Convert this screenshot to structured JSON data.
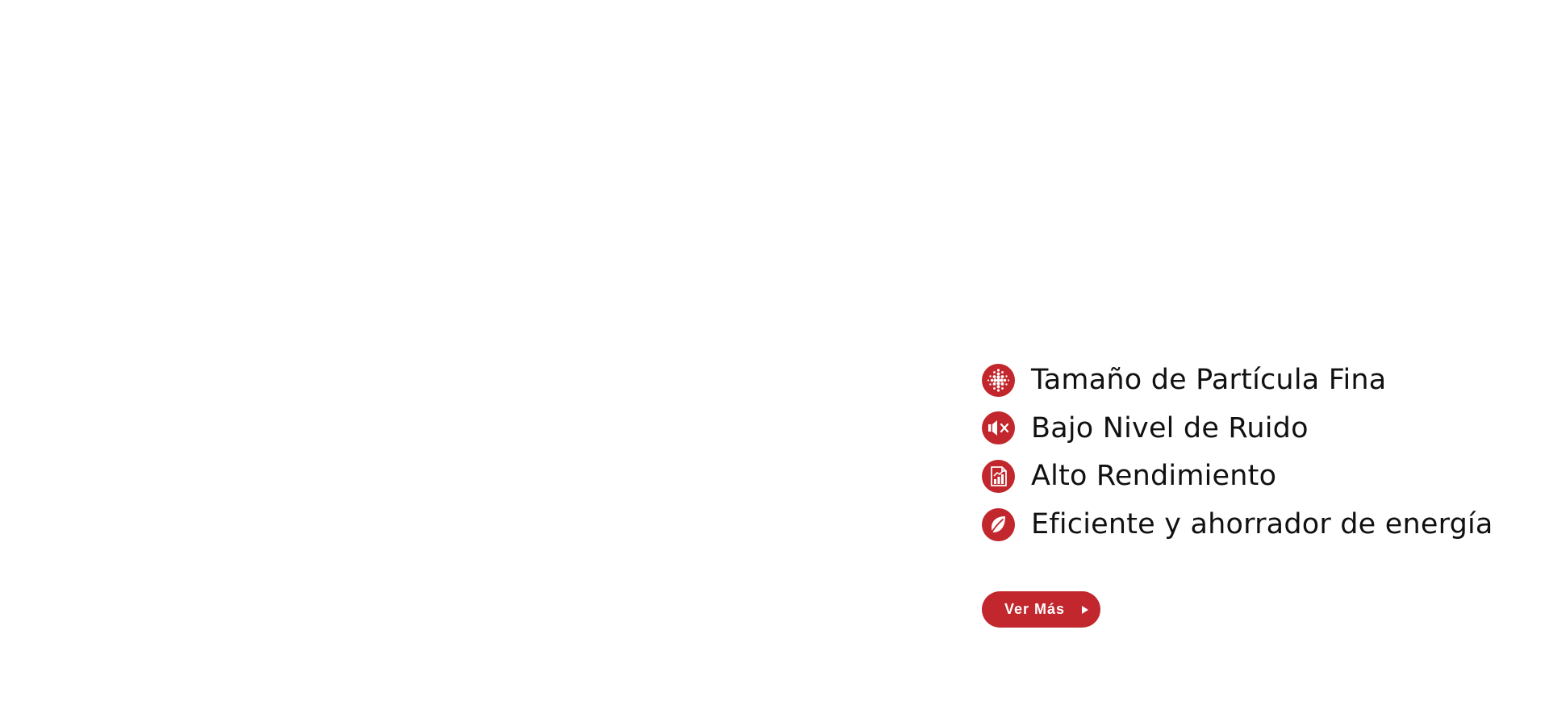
{
  "features": {
    "items": [
      {
        "label": "Tamaño de Partícula Fina",
        "icon": "particle-grid-icon"
      },
      {
        "label": "Bajo Nivel de Ruido",
        "icon": "speaker-mute-icon"
      },
      {
        "label": "Alto Rendimiento",
        "icon": "performance-chart-icon"
      },
      {
        "label": "Eficiente y ahorrador de energía",
        "icon": "leaf-icon"
      }
    ]
  },
  "cta": {
    "label": "Ver Más",
    "icon": "play-arrow-icon"
  },
  "colors": {
    "accent": "#c1272d",
    "text": "#111111",
    "background": "#ffffff"
  }
}
